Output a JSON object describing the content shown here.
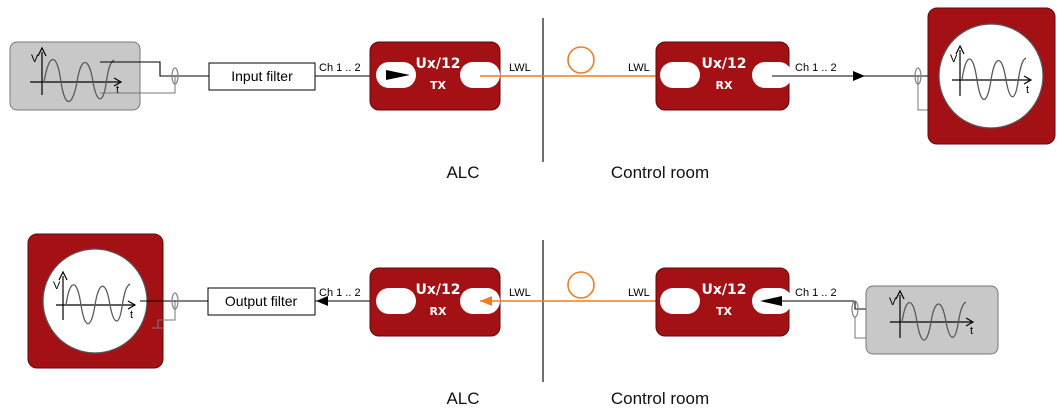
{
  "colors": {
    "unit_fill": "#a31115",
    "unit_stroke": "#5e0a0c",
    "fiber": "#f07d22",
    "signal_source_fill": "#c8c8c8",
    "scope_frame_fill": "#a31115",
    "wire": "#000000"
  },
  "icons": {
    "signal_source": "sine-wave-generator-icon",
    "oscilloscope": "oscilloscope-icon",
    "fiber_spool": "fiber-coil-icon",
    "cable_ferrite": "ferrite-clamp-icon"
  },
  "top_chain": {
    "source_axis_v": "V",
    "source_axis_t": "t",
    "filter_label": "Input filter",
    "tx_port_in": "Ch 1 .. 2",
    "tx_title": "Ux/12",
    "tx_mode": "TX",
    "tx_port_out": "LWL",
    "rx_port_in": "LWL",
    "rx_title": "Ux/12",
    "rx_mode": "RX",
    "rx_port_out": "Ch 1 .. 2",
    "scope_axis_v": "V",
    "scope_axis_t": "t",
    "zone_left": "ALC",
    "zone_right": "Control room"
  },
  "bottom_chain": {
    "scope_axis_v": "V",
    "scope_axis_t": "t",
    "filter_label": "Output filter",
    "rx_port_out": "Ch 1 .. 2",
    "rx_title": "Ux/12",
    "rx_mode": "RX",
    "rx_port_in": "LWL",
    "tx_port_out": "LWL",
    "tx_title": "Ux/12",
    "tx_mode": "TX",
    "tx_port_in": "Ch 1 .. 2",
    "source_axis_v": "V",
    "source_axis_t": "t",
    "zone_left": "ALC",
    "zone_right": "Control room"
  }
}
